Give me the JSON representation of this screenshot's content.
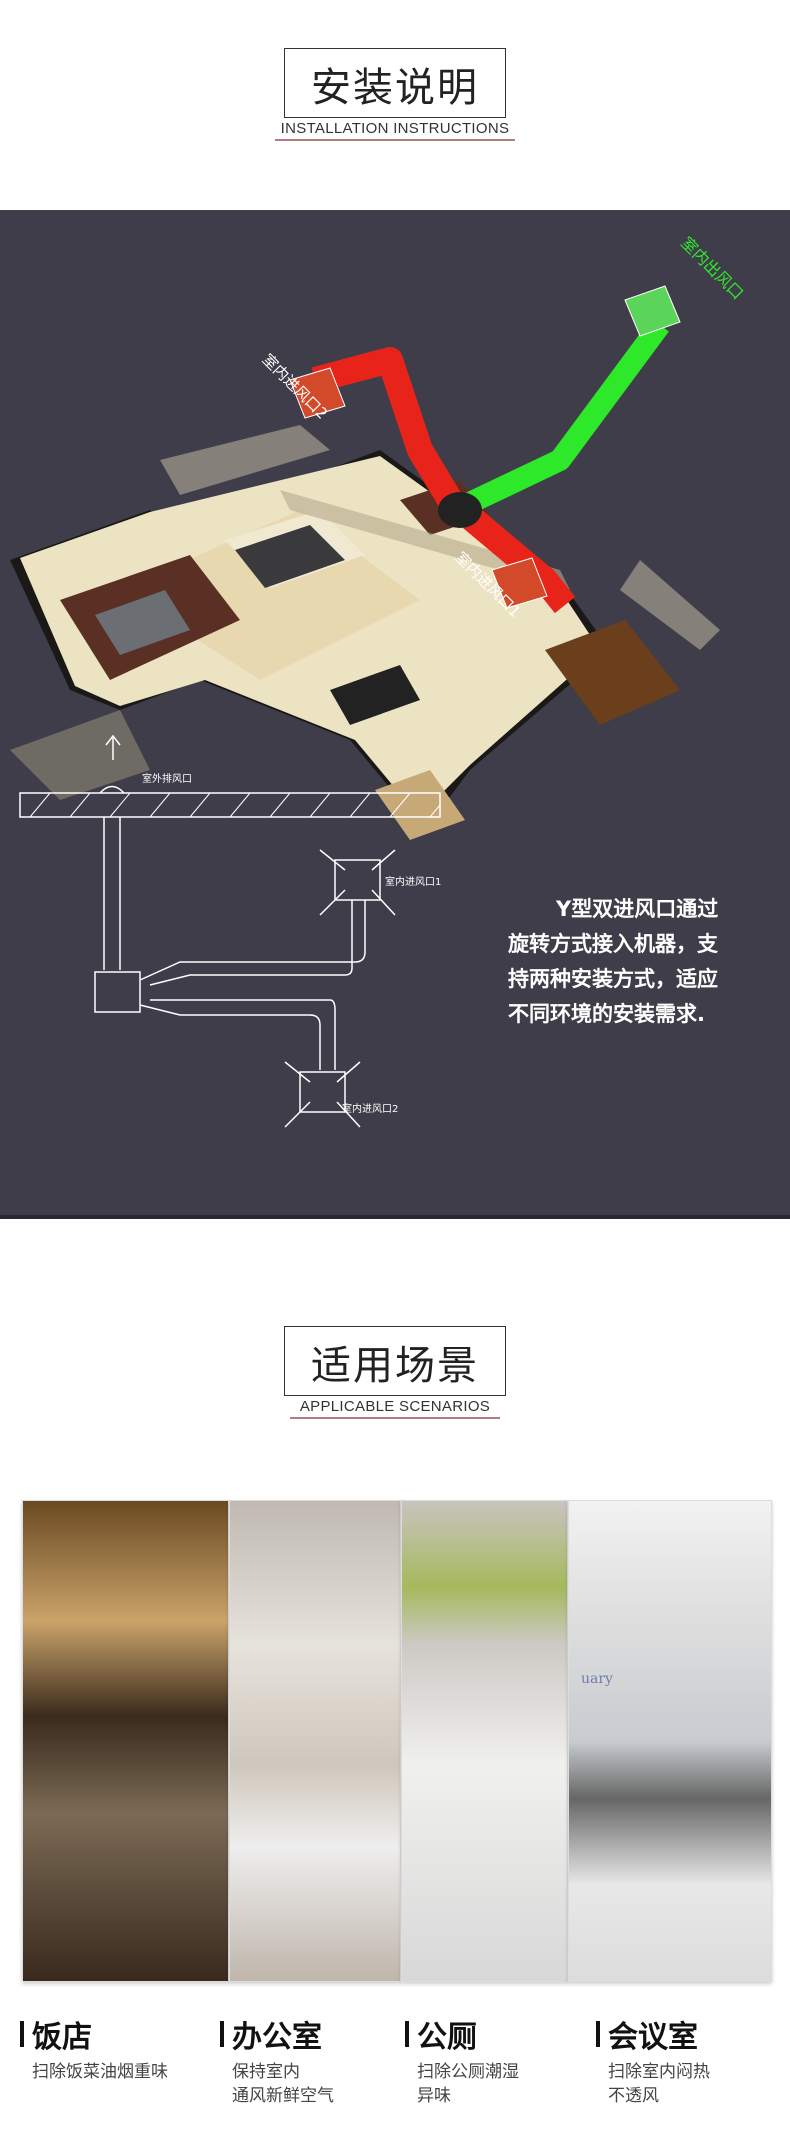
{
  "install": {
    "title": "安装说明",
    "subtitle": "INSTALLATION INSTRUCTIONS",
    "plan_labels": {
      "outlet": "室内出风口",
      "inlet1": "室内进风口1",
      "inlet2": "室内进风口2"
    },
    "diagram_labels": {
      "exhaust": "室外排风口",
      "inlet1": "室内进风口1",
      "inlet2": "室内进风口2"
    },
    "description": [
      "Y型双进风口通过",
      "旋转方式接入机器，支",
      "持两种安装方式，适应",
      "不同环境的安装需求."
    ]
  },
  "scenarios": {
    "title": "适用场景",
    "subtitle": "APPLICABLE SCENARIOS",
    "items": [
      {
        "name": "饭店",
        "desc": [
          "扫除饭菜油烟重味"
        ]
      },
      {
        "name": "办公室",
        "desc": [
          "保持室内",
          "通风新鲜空气"
        ]
      },
      {
        "name": "公厕",
        "desc": [
          "扫除公厕潮湿",
          "异味"
        ]
      },
      {
        "name": "会议室",
        "desc": [
          "扫除室内闷热",
          "不透风"
        ]
      }
    ],
    "photo_text": "uary"
  },
  "colors": {
    "panel": "#3f3d4a",
    "duct_red": "#e8241a",
    "duct_green": "#2ee82a",
    "accent_line": "#b57a80"
  },
  "icons": [
    "arrow-up-icon"
  ]
}
